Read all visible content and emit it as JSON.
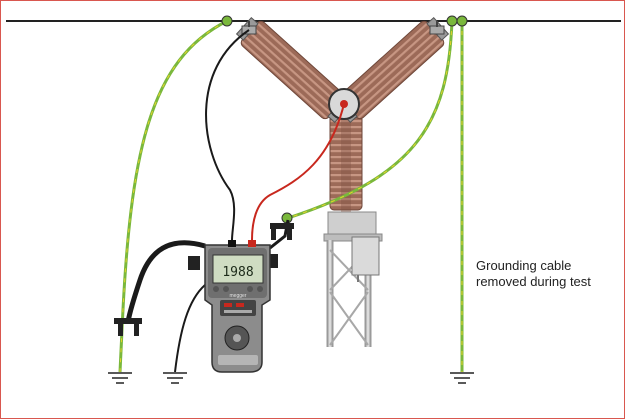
{
  "annotation": {
    "line1": "Grounding cable",
    "line2": "removed during test"
  },
  "meter": {
    "display_reading": "1988",
    "brand_text": "megger"
  },
  "colors": {
    "frame_border": "#d9574f",
    "ground_cable_green": "#7ab83c",
    "ground_cable_yellow": "#e6d32a",
    "test_lead_black": "#1a1a1a",
    "test_lead_red": "#c8281e",
    "insulator_brown": "#9c6a58",
    "support_steel": "#d4d4d4"
  },
  "icons": [
    "ground-symbol-icon",
    "clamp-icon",
    "connector-icon"
  ]
}
